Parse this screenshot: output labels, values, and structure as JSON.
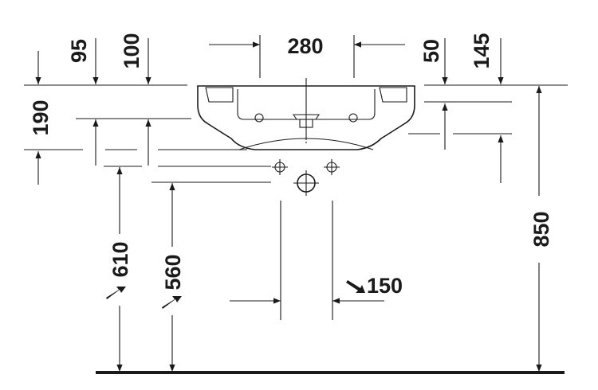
{
  "drawing": {
    "dimensions": {
      "top_width": "280",
      "left_offset": "95",
      "left_offset_2": "100",
      "right_offset": "50",
      "right_offset_2": "145",
      "depth_height": "190",
      "total_height": "850",
      "trap_height": "610",
      "supply_height": "560",
      "spacing": "150"
    }
  }
}
